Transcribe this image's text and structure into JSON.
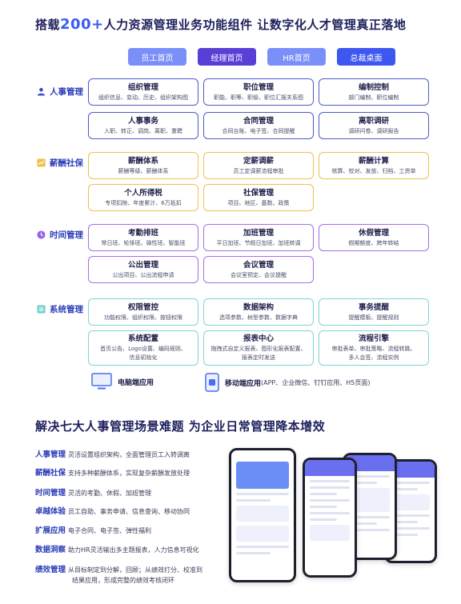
{
  "headline1": {
    "pre": "搭载",
    "num": "200+",
    "post": "人力资源管理业务功能组件 让数字化人才管理真正落地"
  },
  "tabs": [
    {
      "label": "员工首页",
      "color": "#7b8ff8"
    },
    {
      "label": "经理首页",
      "color": "#5a3fd6"
    },
    {
      "label": "HR首页",
      "color": "#7b8ff8"
    },
    {
      "label": "总裁桌面",
      "color": "#3d57f0"
    }
  ],
  "sections": [
    {
      "label": "人事管理",
      "icon": "person-icon",
      "color": "#3a4cc4",
      "cards": [
        {
          "title": "组织管理",
          "desc": [
            "组织信息、变动、历史、组织架构图"
          ]
        },
        {
          "title": "职位管理",
          "desc": [
            "职能、职等、职级、职位汇报关系图"
          ]
        },
        {
          "title": "编制控制",
          "desc": [
            "部门编制、职位编制"
          ]
        },
        {
          "title": "人事事务",
          "desc": [
            "入职、转正、调岗、离职、重聘"
          ]
        },
        {
          "title": "合同管理",
          "desc": [
            "合同台账、电子签、合同提醒"
          ]
        },
        {
          "title": "离职调研",
          "desc": [
            "调研问卷、调研报告"
          ]
        }
      ]
    },
    {
      "label": "薪酬社保",
      "icon": "chart-icon",
      "color": "#f0c04a",
      "cards": [
        {
          "title": "薪酬体系",
          "desc": [
            "薪酬等级、薪酬体系"
          ]
        },
        {
          "title": "定薪调薪",
          "desc": [
            "员工定调薪流程审批"
          ]
        },
        {
          "title": "薪酬计算",
          "desc": [
            "核算、校对、发放、归档、工资单"
          ]
        },
        {
          "title": "个人所得税",
          "desc": [
            "专项扣除、年度累计、6万抵扣"
          ]
        },
        {
          "title": "社保管理",
          "desc": [
            "项目、地区、基数、政策"
          ]
        }
      ]
    },
    {
      "label": "时间管理",
      "icon": "clock-icon",
      "color": "#9a62e8",
      "cards": [
        {
          "title": "考勤排班",
          "desc": [
            "常日班、轮排班、弹性班、智能班"
          ]
        },
        {
          "title": "加班管理",
          "desc": [
            "平日加班、节假日加班、加班转调"
          ]
        },
        {
          "title": "休假管理",
          "desc": [
            "假期额度、跨年转结"
          ]
        },
        {
          "title": "公出管理",
          "desc": [
            "公出项目、公出流程申请"
          ]
        },
        {
          "title": "会议管理",
          "desc": [
            "会议室预定、会议提醒"
          ]
        }
      ]
    },
    {
      "label": "系统管理",
      "icon": "list-icon",
      "color": "#6ecfcf",
      "cards": [
        {
          "title": "权限管控",
          "desc": [
            "功能权限、组织权限、按钮权限"
          ]
        },
        {
          "title": "数据架构",
          "desc": [
            "选项参数、树型参数、数据字典"
          ]
        },
        {
          "title": "事务提醒",
          "desc": [
            "提醒模板、提醒规则"
          ]
        },
        {
          "title": "系统配置",
          "desc": [
            "首页公告、Logo设置、编码规则、",
            "信息初始化"
          ]
        },
        {
          "title": "报表中心",
          "desc": [
            "拖拽式自定义报表、图形化报表配置、",
            "报表定时发送"
          ]
        },
        {
          "title": "流程引擎",
          "desc": [
            "审批表单、审批策略、流程转跳、",
            "多人会签、流程实例"
          ]
        }
      ]
    }
  ],
  "apps": {
    "pc": {
      "label": "电脑端应用",
      "icon": "monitor-icon"
    },
    "mobile": {
      "label": "移动端应用",
      "sub": "(APP、企业微信、钉钉应用、H5页面)",
      "icon": "mobile-app-icon"
    }
  },
  "headline2": "解决七大人事管理场景难题 为企业日常管理降本增效",
  "scenarios": [
    {
      "key": "人事管理",
      "text": "灵活设置组织架构，全面管理员工入转调离"
    },
    {
      "key": "薪酬社保",
      "text": "支持多种薪酬体系，实现复杂薪酬发放处理"
    },
    {
      "key": "时间管理",
      "text": "灵活的考勤、休假、加班管理"
    },
    {
      "key": "卓越体验",
      "text": "员工自助、事务申请、信息查询、移动协同"
    },
    {
      "key": "扩展应用",
      "text": "电子合同、电子签、弹性福利"
    },
    {
      "key": "数据洞察",
      "text": "助力HR灵活输出多主题报表，人力信息可视化"
    },
    {
      "key": "绩效管理",
      "text": "从目标制定到分解，回顾；从绩效打分、校准到",
      "cont": "结果应用，形成完整的绩效考核闭环"
    }
  ]
}
